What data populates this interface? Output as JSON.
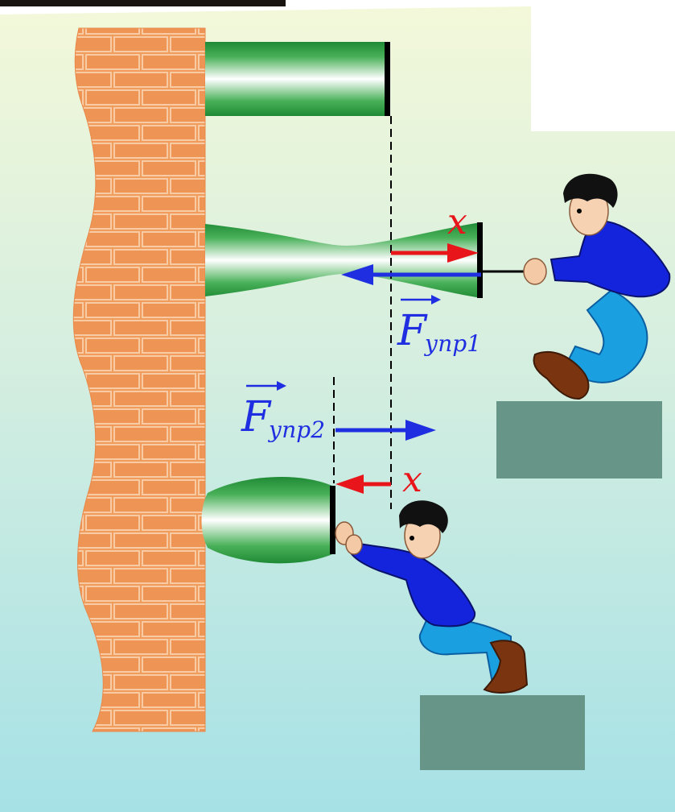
{
  "labels": {
    "x_top": "x",
    "x_bottom": "x",
    "f1_main": "F",
    "f1_sub": "упр1",
    "f2_main": "F",
    "f2_sub": "упр2"
  },
  "colors": {
    "background_top": "#f1f7d8",
    "background_bottom": "#a8e2e6",
    "brick": "#ef9a5a",
    "mortar": "#f7c49a",
    "spring_dark": "#1c8c36",
    "spring_light": "#ffffff",
    "force_elastic": "#1e2ee0",
    "displacement": "#e8151b",
    "shirt": "#1424dc",
    "pants": "#1a9fe0",
    "shoe": "#7a3510",
    "platform": "#669588"
  },
  "icons": [
    "brick-wall",
    "spring-rest",
    "spring-stretched",
    "spring-compressed",
    "person-pulling",
    "person-pushing",
    "platform"
  ]
}
